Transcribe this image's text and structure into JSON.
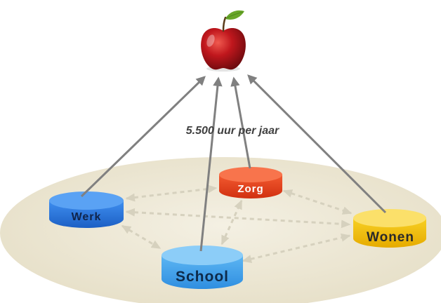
{
  "hours_label": "5.500 uur per jaar",
  "nodes": {
    "werk": {
      "label": "Werk",
      "color": "#2f7de0"
    },
    "zorg": {
      "label": "Zorg",
      "color": "#ee4a22"
    },
    "school": {
      "label": "School",
      "color": "#49a8ee"
    },
    "wonen": {
      "label": "Wonen",
      "color": "#f2c20e"
    }
  },
  "colors": {
    "platform": "#ede8d6",
    "arrow": "#808080",
    "dashed_connector": "#d6d1be",
    "apple": "#c0171d",
    "leaf": "#6aa62a"
  }
}
